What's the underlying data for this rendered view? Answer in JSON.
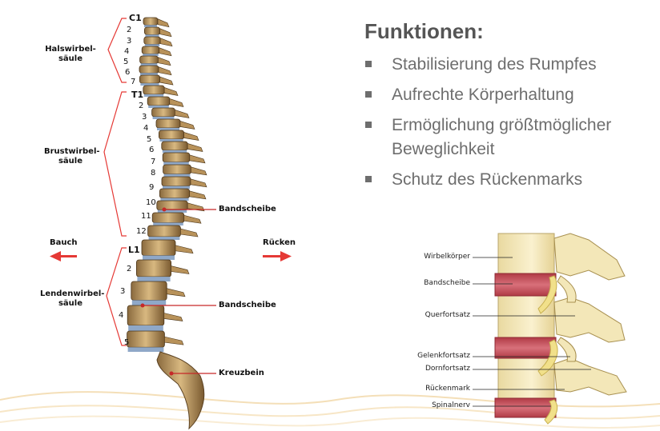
{
  "left_figure": {
    "cervical_numbers": [
      "C1",
      "2",
      "3",
      "4",
      "5",
      "6",
      "7"
    ],
    "thoracic_numbers": [
      "T1",
      "2",
      "3",
      "4",
      "5",
      "6",
      "7",
      "8",
      "9",
      "10",
      "11",
      "12"
    ],
    "lumbar_numbers": [
      "L1",
      "2",
      "3",
      "4",
      "5"
    ],
    "regions": {
      "cervical": "Halswirbel-\nsäule",
      "thoracic": "Brustwirbel-\nsäule",
      "lumbar": "Lendenwirbel-\nsäule"
    },
    "labels": {
      "disc_upper": "Bandscheibe",
      "disc_lower": "Bandscheibe",
      "sacrum": "Kreuzbein"
    },
    "directions": {
      "front": "Bauch",
      "back": "Rücken"
    },
    "colors": {
      "bracket": "#e53935",
      "arrow": "#e53935",
      "bone": "#c9a66b",
      "disc": "#8fa8c8"
    }
  },
  "functions": {
    "title": "Funktionen:",
    "items": [
      "Stabilisierung des Rumpfes",
      "Aufrechte Körperhaltung",
      "Ermöglichung größtmöglicher Beweglichkeit",
      "Schutz des Rückenmarks"
    ]
  },
  "right_figure": {
    "labels": [
      "Wirbelkörper",
      "Bandscheibe",
      "Querfortsatz",
      "Gelenkfortsatz",
      "Dornfortsatz",
      "Rückenmark",
      "Spinalnerv"
    ],
    "colors": {
      "bone": "#f3e7b8",
      "disc": "#c8505a",
      "nerve": "#f1e08a"
    }
  }
}
